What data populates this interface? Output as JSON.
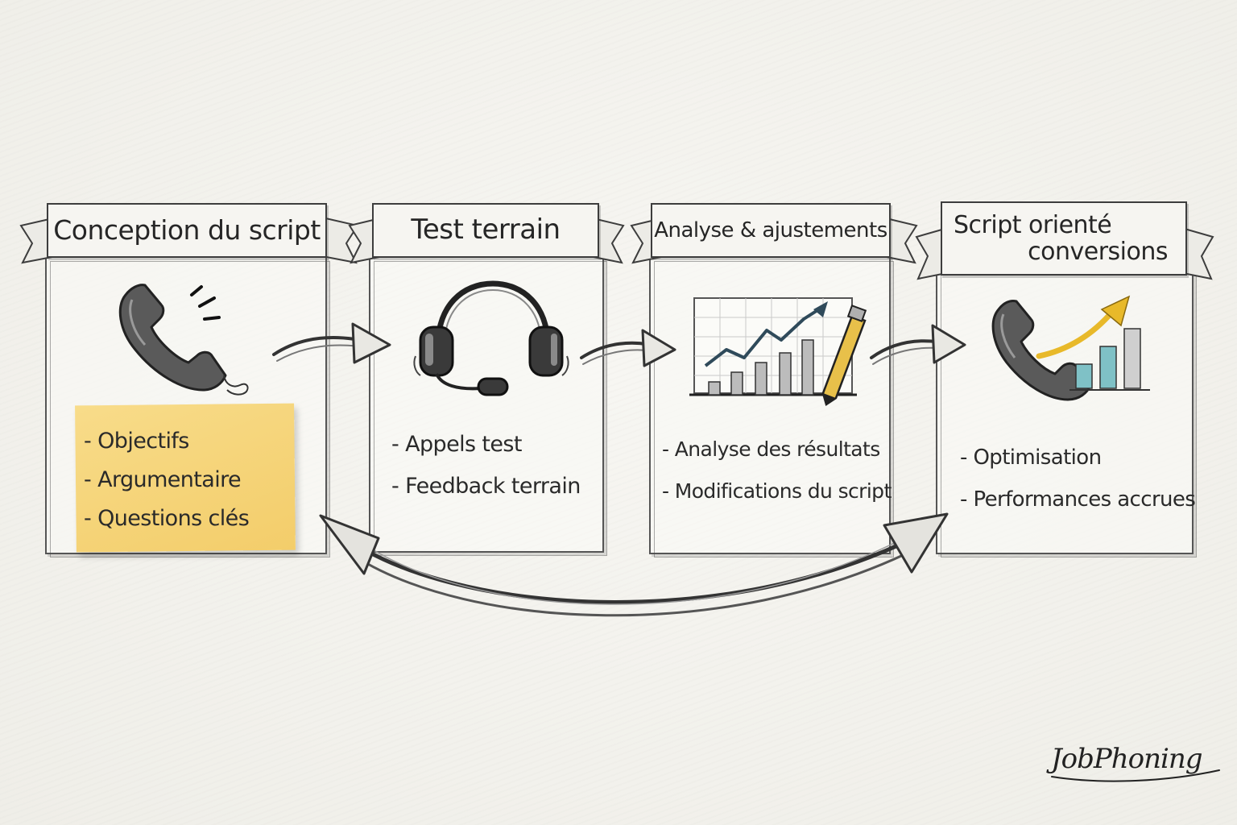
{
  "steps": [
    {
      "title": "Conception du script",
      "icon": "phone-ringing-icon",
      "bullets": [
        "- Objectifs",
        "- Argumentaire",
        "- Questions clés"
      ]
    },
    {
      "title": "Test terrain",
      "icon": "headset-icon",
      "bullets": [
        "- Appels test",
        "- Feedback terrain"
      ]
    },
    {
      "title": "Analyse & ajustements",
      "icon": "chart-pencil-icon",
      "bullets": [
        "- Analyse des résultats",
        "- Modifications du script"
      ]
    },
    {
      "title_line1": "Script orienté",
      "title_line2": "conversions",
      "icon": "phone-growth-icon",
      "bullets": [
        "- Optimisation",
        "- Performances accrues"
      ]
    }
  ],
  "logo": "JobPhoning",
  "colors": {
    "sticky_note": "#f3cd6a",
    "growth_arrow": "#e8b92a",
    "bar_accent": "#7fc1c6",
    "ink": "#2b2b2b",
    "paper": "#f4f3ee"
  }
}
